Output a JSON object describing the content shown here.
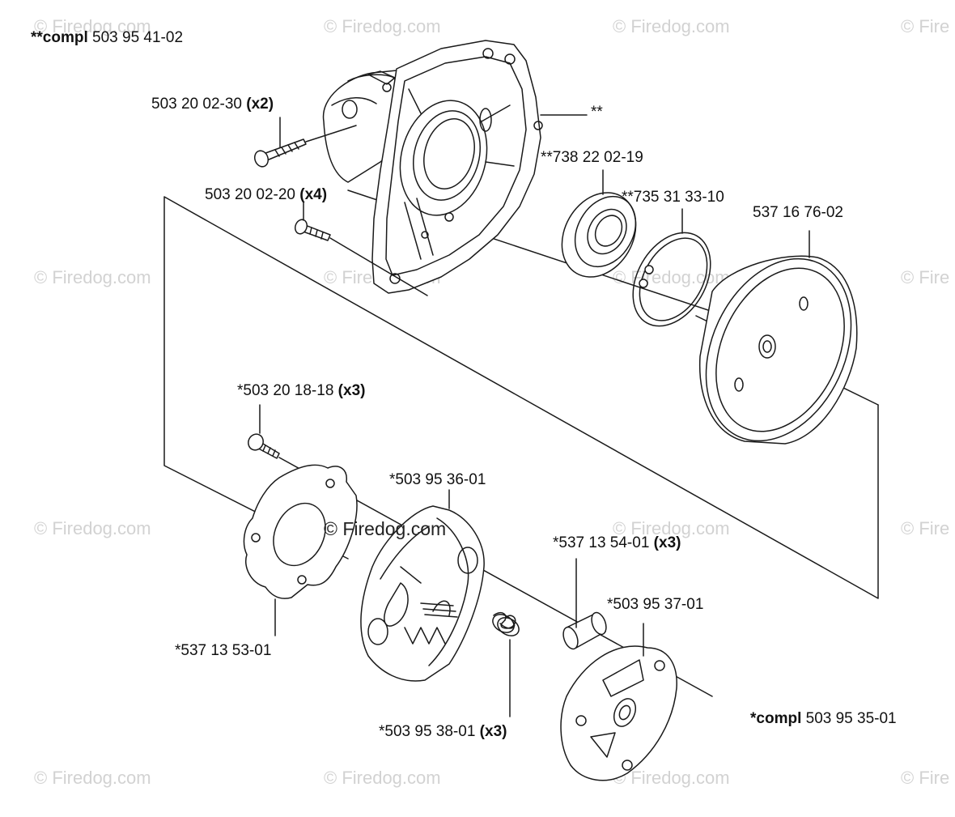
{
  "watermark": "© Firedog.com",
  "watermark_cut": "© Fire",
  "center_watermark": "© Firedog.com",
  "labels": {
    "compl_top_prefix": "**compl",
    "compl_top_num": "503 95 41-02",
    "screw_x2_num": "503 20 02-30",
    "screw_x2_qty": "(x2)",
    "screw_x4_num": "503 20 02-20",
    "screw_x4_qty": "(x4)",
    "housing_marker": "**",
    "bearing": "**738 22 02-19",
    "circlip": "**735 31 33-10",
    "drum": "537 16 76-02",
    "clutch_screw_num": "*503 20 18-18",
    "clutch_screw_qty": "(x3)",
    "shoe": "*503 95 36-01",
    "bushing_num": "*537 13 54-01",
    "bushing_qty": "(x3)",
    "hub": "*503 95 37-01",
    "washer_plate": "*537 13 53-01",
    "spring_num": "*503 95 38-01",
    "spring_qty": "(x3)",
    "compl_bottom_prefix": "*compl",
    "compl_bottom_num": "503 95 35-01"
  }
}
